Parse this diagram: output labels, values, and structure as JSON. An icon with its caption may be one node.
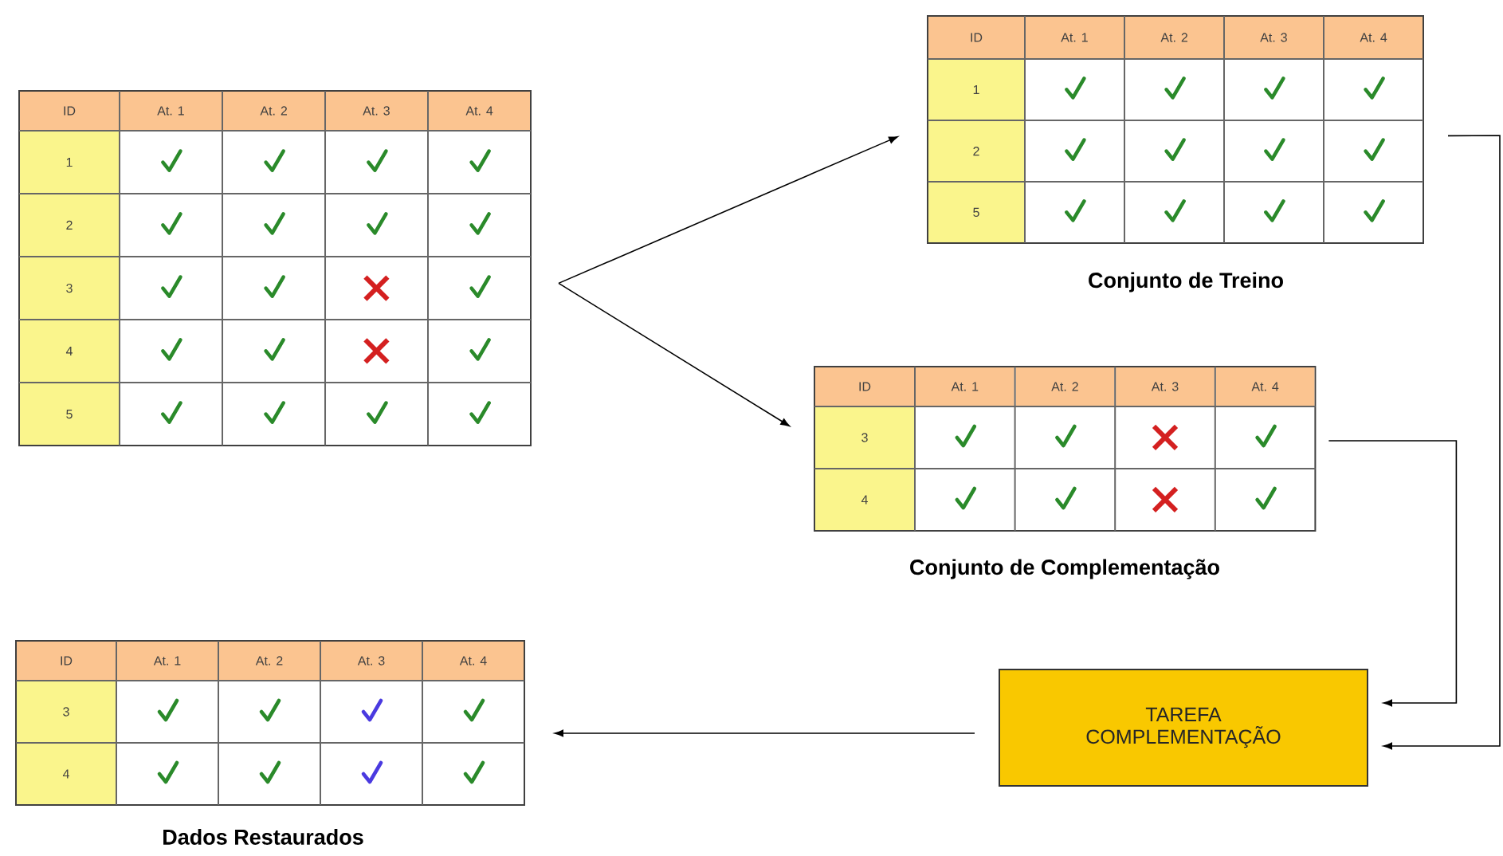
{
  "diagram": {
    "nodes": [
      {
        "text": [
          "ID",
          "At. 1",
          "At. 2",
          "At. 3",
          "At. 4",
          "1",
          "2",
          "3",
          "4",
          "5"
        ]
      },
      {
        "text": [
          "ID",
          "At. 1",
          "At. 2",
          "At. 3",
          "At. 4",
          "1",
          "2",
          "5"
        ],
        "beside": [
          "Conjunto de Treino"
        ]
      },
      {
        "text": [
          "ID",
          "At. 1",
          "At. 2",
          "At. 3",
          "At. 4",
          "3",
          "4"
        ],
        "beside": [
          "Conjunto de Complementação"
        ]
      },
      {
        "text": [
          "TAREFA COMPLEMENTAÇÃO"
        ]
      },
      {
        "text": [
          "ID",
          "At. 1",
          "At. 2",
          "At. 3",
          "At. 4",
          "3",
          "4"
        ],
        "beside": [
          "Dados Restaurados"
        ]
      }
    ],
    "edges": [
      {
        "from": 0,
        "to": 1,
        "arrow": "to"
      },
      {
        "from": 0,
        "to": 2,
        "arrow": "to"
      },
      {
        "from": 2,
        "to": 3,
        "arrow": "to"
      },
      {
        "from": 1,
        "to": 3,
        "arrow": "to"
      },
      {
        "from": 3,
        "to": 4,
        "arrow": "to"
      }
    ]
  }
}
